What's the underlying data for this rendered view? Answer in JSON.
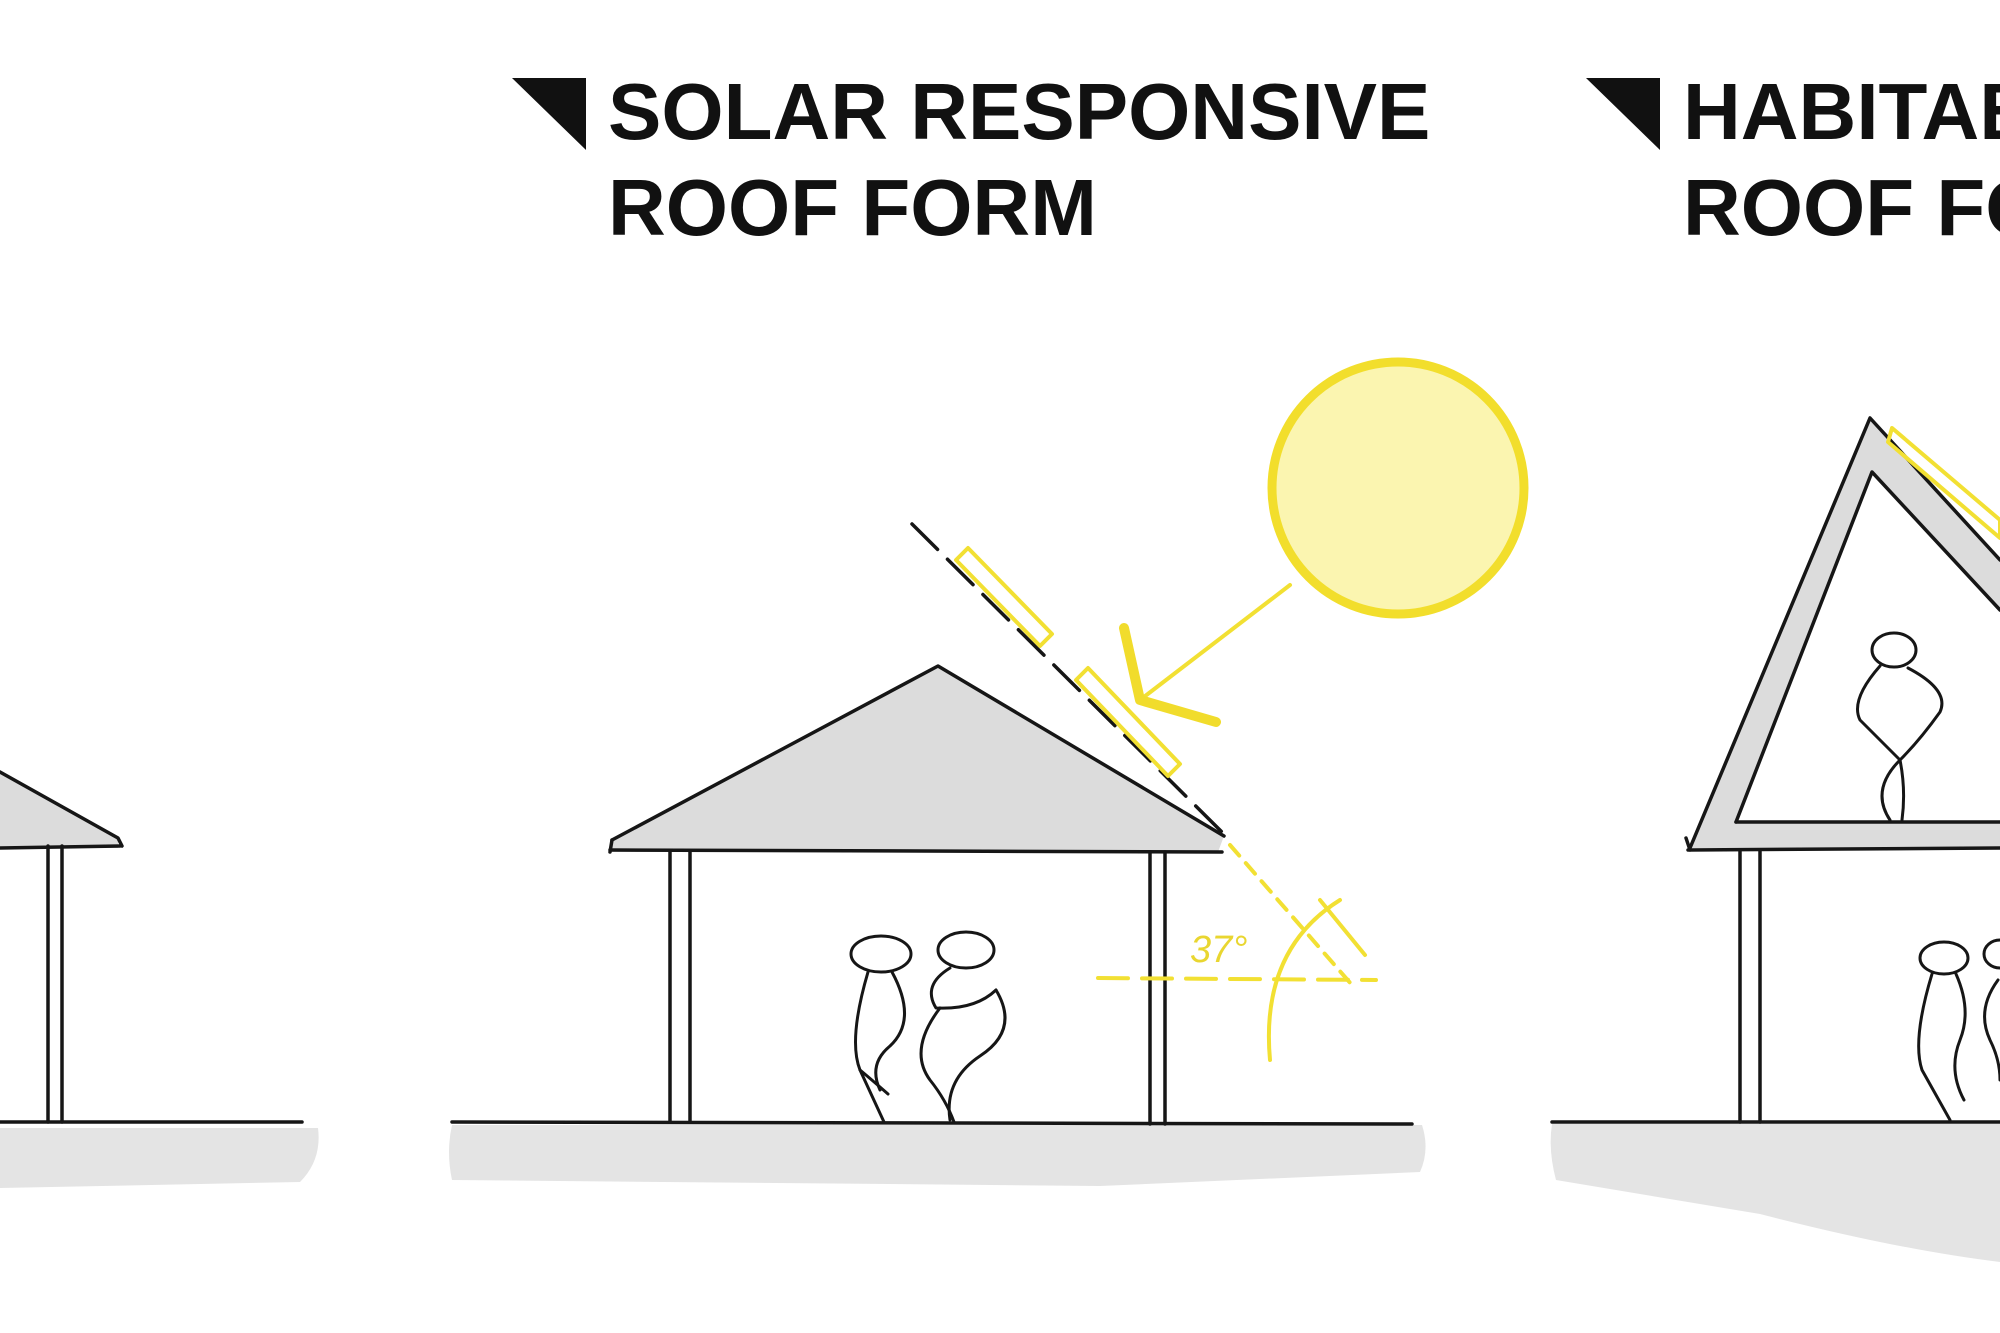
{
  "panels": [
    {
      "title_line1": "",
      "title_line2": ""
    },
    {
      "title_line1": "SOLAR RESPONSIVE",
      "title_line2": "ROOF FORM",
      "angle_label": "37°"
    },
    {
      "title_line1": "HABITABE",
      "title_line2": "ROOF FO"
    }
  ],
  "colors": {
    "sun": "#f8ef8a",
    "sun_outline": "#f2de2c",
    "ink": "#161616",
    "shade": "#dcdcdc"
  },
  "icons": [
    "flag-triangle-icon",
    "sun-icon",
    "person-figure-icon"
  ]
}
